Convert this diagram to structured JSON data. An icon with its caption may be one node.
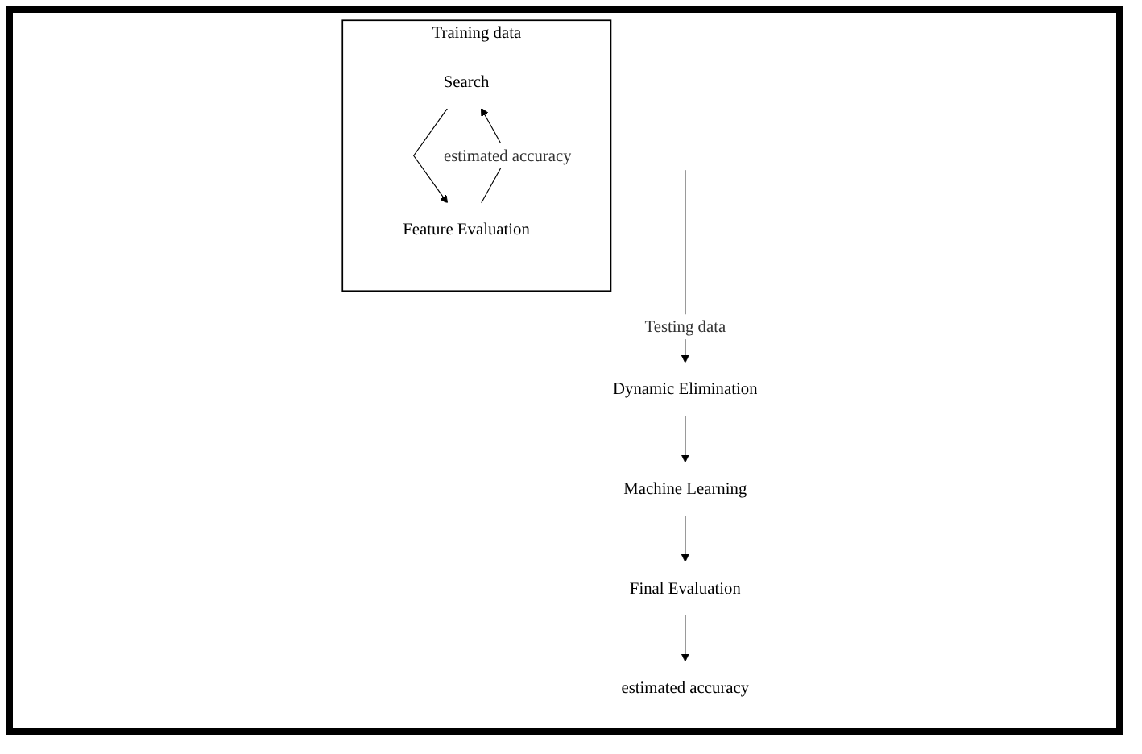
{
  "diagram": {
    "nodes": [
      {
        "text": [
          "Training data"
        ]
      },
      {
        "text": [
          "Search"
        ],
        "in": 0
      },
      {
        "text": [
          "Feature Evaluation"
        ],
        "in": 0
      },
      {
        "text": [
          "Dynamic Elimination"
        ]
      },
      {
        "text": [
          "Machine Learning"
        ]
      },
      {
        "text": [
          "Final Evaluation"
        ]
      },
      {
        "text": [
          "estimated accuracy"
        ]
      }
    ],
    "edges": [
      {
        "from": 1,
        "to": 2,
        "arrow": "to"
      },
      {
        "from": 2,
        "to": 1,
        "arrow": "to",
        "label": "estimated accuracy"
      },
      {
        "from": null,
        "to": 3,
        "arrow": "to",
        "label": "Testing data"
      },
      {
        "from": 3,
        "to": 4,
        "arrow": "to"
      },
      {
        "from": 4,
        "to": 5,
        "arrow": "to"
      },
      {
        "from": 5,
        "to": 6,
        "arrow": "to"
      }
    ]
  }
}
